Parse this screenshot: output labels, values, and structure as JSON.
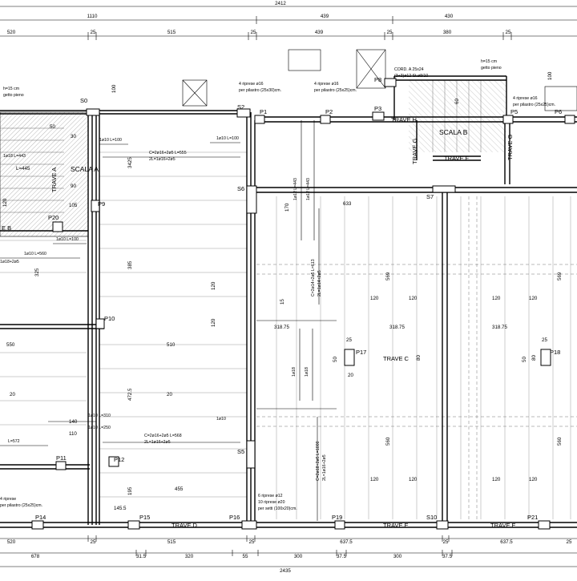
{
  "dims": {
    "top_total": "2412",
    "top_a": "1110",
    "top_b": "439",
    "top_c": "430",
    "top_row2": [
      "520",
      "25",
      "515",
      "25",
      "439",
      "25",
      "380",
      "25"
    ],
    "bottom_row1": [
      "520",
      "25",
      "515",
      "25",
      "637.5",
      "25",
      "637.5",
      "25"
    ],
    "bottom_row2": [
      "678",
      "31.5",
      "320",
      "55",
      "300",
      "37.5",
      "300",
      "37.5"
    ],
    "bottom_total": "2435"
  },
  "pillars": {
    "S0": "S0",
    "S2": "S2",
    "S6": "S6",
    "S7": "S7",
    "S5": "S5",
    "S10": "S10",
    "P1": "P1",
    "P2": "P2",
    "P3": "P3",
    "P5": "P5",
    "P6": "P6",
    "P8": "P8",
    "P9": "P9",
    "P10": "P10",
    "P11": "P11",
    "P12": "P12",
    "P14": "P14",
    "P15": "P15",
    "P16": "P16",
    "P17": "P17",
    "P18": "P18",
    "P19": "P19",
    "P20": "P20",
    "P21": "P21"
  },
  "beams": {
    "trave_a": "TRAVE A",
    "trave_b": "E B",
    "trave_c": "TRAVE C",
    "trave_d": "TRAVE D",
    "trave_e": "TRAVE E",
    "trave_f": "TRAVE F",
    "trave_g": "TRAVE G",
    "trave_h": "TRAVE H"
  },
  "stairs": {
    "scala_a": "SCALA A",
    "scala_b": "SCALA B"
  },
  "notes": {
    "getto_left_1": "h=15 cm",
    "getto_left_2": "getto pieno",
    "getto_right_1": "h=15 cm",
    "getto_right_2": "getto pieno",
    "riprese_1a": "4 riprese ø16",
    "riprese_1b": "per pilastro (25x30)cm.",
    "riprese_2a": "4 riprese ø16",
    "riprese_2b": "per pilastro (25x25)cm.",
    "riprese_3a": "4 riprese ø16",
    "riprese_3b": "per pilastro (25x25)cm.",
    "cord_1": "CORD. A 25x24",
    "cord_2": "(3+3)ø12 St.ø8/10",
    "riprese_left_1": "4 riprese",
    "riprese_left_2": "per pilastro (25x25)cm.",
    "setti_1": "6 riprese ø12",
    "setti_2": "10 riprese ø20",
    "setti_3": "per setti (100x20)cm."
  },
  "rebar": {
    "r1": "1ø10 L=100",
    "r2": "1ø10 L=100",
    "r3": "C=2ø16+2ø5 L=555",
    "r4": "2L=1ø16+2ø5",
    "r5": "1ø10 L=100",
    "r6": "1ø18 L=443",
    "r7": "1ø10 L=560",
    "r8": "1ø18+2ø5",
    "r9": "C=2ø16+2ø5 L=568",
    "r10": "2L=1ø16+2ø5",
    "r11": "1ø10 L=310",
    "r12": "1ø10 L=250",
    "r13": "1ø10",
    "r14": "L=572",
    "r15": "1ø12 L=443",
    "r16": "1ø12 L=443",
    "r17": "C=2ø14+2ø5 L=613",
    "r18": "2L=1ø14+2ø5",
    "r19": "1ø18",
    "r20": "1ø18",
    "r21": "C=2ø18+2ø5 L=1000",
    "r22": "2L=1ø16+2ø5"
  },
  "values": {
    "v100": "100",
    "v50": "50",
    "v30": "30",
    "v90": "90",
    "v105": "105",
    "v325": "325",
    "v3425": "3425",
    "v385": "385",
    "v120a": "120",
    "v120b": "120",
    "v550": "550",
    "v510": "510",
    "v4725": "472.5",
    "v20a": "20",
    "v20b": "20",
    "v195": "195",
    "v455": "455",
    "v1455": "145.5",
    "v140": "140",
    "v110": "110",
    "v633": "633",
    "v569a": "569",
    "v569b": "569",
    "v120c": "120",
    "v120d": "120",
    "v120e": "120",
    "v120f": "120",
    "v31875a": "318.75",
    "v31875b": "318.75",
    "v31875c": "318.75",
    "v560a": "560",
    "v560b": "560",
    "v120g": "120",
    "v120h": "120",
    "v120i": "120",
    "v120j": "120",
    "v25a": "25",
    "v25b": "25",
    "v80a": "80",
    "v80b": "80",
    "v50b": "50",
    "v50c": "50",
    "v20c": "20",
    "v170": "170",
    "v15": "15",
    "v445": "L=445",
    "v120k": "120",
    "v100b": "100",
    "v60": "60"
  }
}
